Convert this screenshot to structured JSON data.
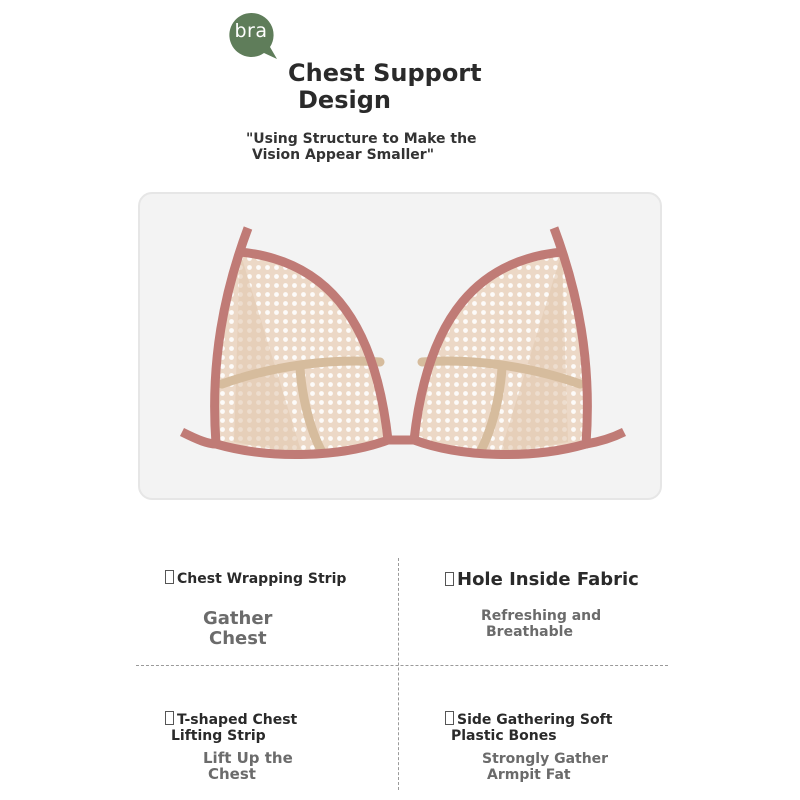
{
  "brand": {
    "logo_text": "bra",
    "logo_color": "#5f7d5a"
  },
  "header": {
    "title_line1": "Chest Support",
    "title_line2": "Design",
    "subtitle_line1": "\"Using Structure to Make the",
    "subtitle_line2": "Vision Appear Smaller\""
  },
  "illustration": {
    "strap_color": "#c07b76",
    "fabric_color": "#ecd8c6",
    "support_strip_color": "#d6bc9d",
    "dot_color": "#ffffff"
  },
  "features": [
    {
      "title_lines": [
        "Chest Wrapping Strip"
      ],
      "desc_lines": [
        "Gather",
        "Chest"
      ]
    },
    {
      "title_lines": [
        "Hole Inside Fabric"
      ],
      "desc_lines": [
        "Refreshing and",
        "Breathable"
      ]
    },
    {
      "title_lines": [
        "T-shaped Chest",
        "Lifting Strip"
      ],
      "desc_lines": [
        "Lift Up the",
        "Chest"
      ]
    },
    {
      "title_lines": [
        "Side Gathering Soft",
        "Plastic Bones"
      ],
      "desc_lines": [
        "Strongly Gather",
        "Armpit Fat"
      ]
    }
  ]
}
